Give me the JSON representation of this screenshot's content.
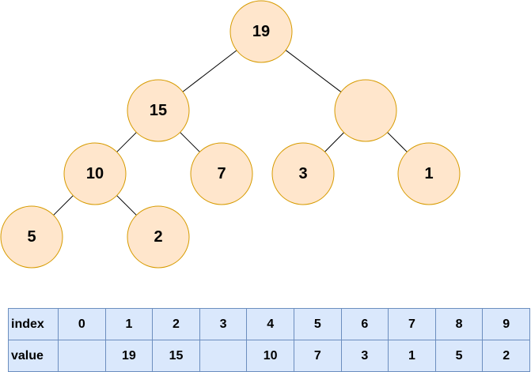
{
  "tree": {
    "nodes": [
      {
        "label": "19"
      },
      {
        "label": "15"
      },
      {
        "label": ""
      },
      {
        "label": "10"
      },
      {
        "label": "7"
      },
      {
        "label": "3"
      },
      {
        "label": "1"
      },
      {
        "label": "5"
      },
      {
        "label": "2"
      }
    ],
    "edges": [
      [
        0,
        1
      ],
      [
        0,
        2
      ],
      [
        1,
        3
      ],
      [
        1,
        4
      ],
      [
        2,
        5
      ],
      [
        2,
        6
      ],
      [
        3,
        7
      ],
      [
        3,
        8
      ]
    ],
    "colors": {
      "node_fill": "#ffe6cc",
      "node_stroke": "#d79b00",
      "edge": "#000000"
    }
  },
  "array": {
    "index_label": "index",
    "value_label": "value",
    "indices": [
      "0",
      "1",
      "2",
      "3",
      "4",
      "5",
      "6",
      "7",
      "8",
      "9"
    ],
    "values": [
      "",
      "19",
      "15",
      "",
      "10",
      "7",
      "3",
      "1",
      "5",
      "2"
    ],
    "colors": {
      "cell_fill": "#dae8fc",
      "cell_border": "#6c8ebf"
    }
  }
}
